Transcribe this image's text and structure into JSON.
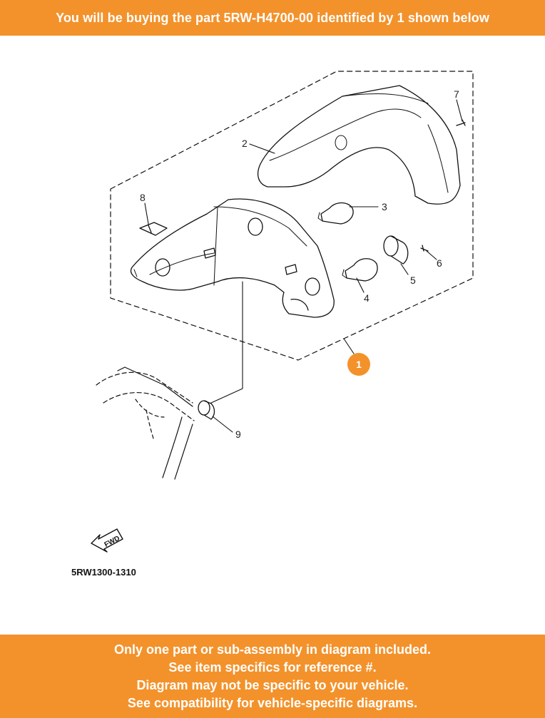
{
  "header": {
    "banner_text": "You will be buying the part 5RW-H4700-00 identified by 1 shown below"
  },
  "diagram": {
    "code": "5RW1300-1310",
    "fwd_label": "FWD",
    "callouts": {
      "c1": "1",
      "c2": "2",
      "c3": "3",
      "c4": "4",
      "c5": "5",
      "c6": "6",
      "c7": "7",
      "c8": "8",
      "c9": "9"
    },
    "highlight_color": "#f3922b"
  },
  "footer": {
    "line1": "Only one part or sub-assembly in diagram included.",
    "line2": "See item specifics for reference #.",
    "line3": "Diagram may not be specific to your vehicle.",
    "line4": "See compatibility for vehicle-specific diagrams."
  },
  "colors": {
    "banner": "#f3922b",
    "banner_text": "#ffffff"
  }
}
